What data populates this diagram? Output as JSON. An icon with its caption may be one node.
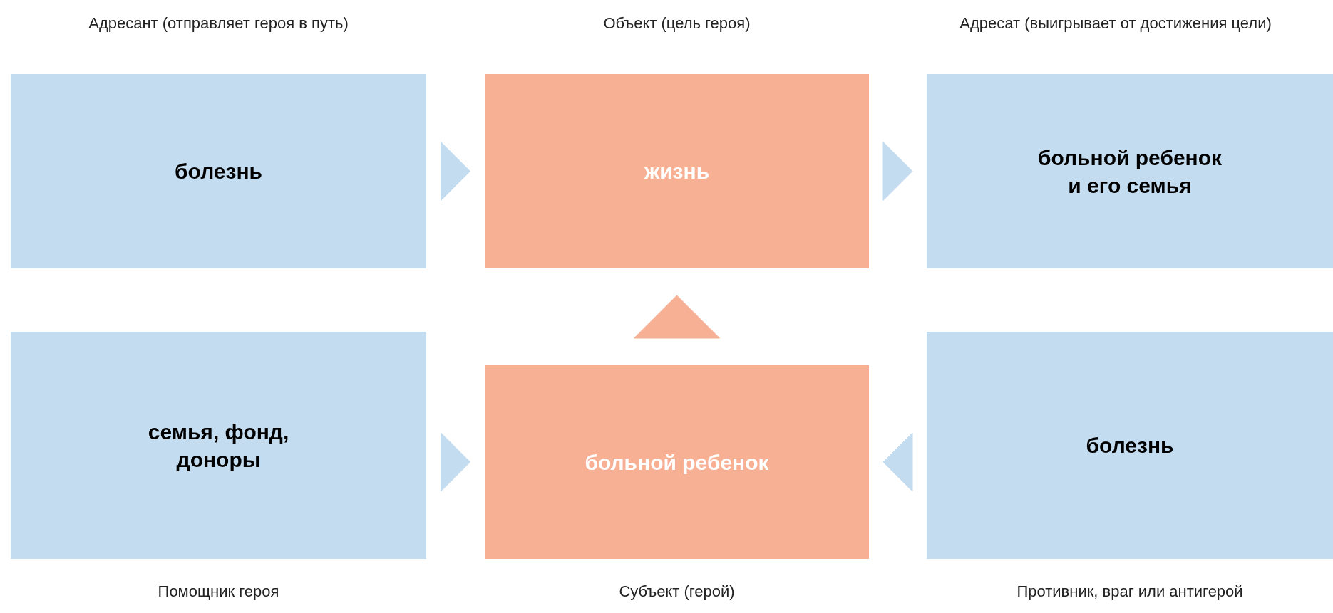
{
  "diagram": {
    "nodes": [
      {
        "text": [
          "Адресант (отправляет героя в путь)",
          "болезнь"
        ]
      },
      {
        "text": [
          "Объект (цель героя)",
          "жизнь"
        ]
      },
      {
        "text": [
          "Адресат (выигрывает от достижения цели)",
          "больной ребенок и его семья"
        ]
      },
      {
        "text": [
          "семья, фонд, доноры",
          "Помощник героя"
        ]
      },
      {
        "text": [
          "больной ребенок",
          "Субъект (герой)"
        ]
      },
      {
        "text": [
          "болезнь",
          "Противник, враг или антигерой"
        ]
      }
    ],
    "edges": [
      {
        "from": 0,
        "to": 1,
        "arrow": "to"
      },
      {
        "from": 1,
        "to": 2,
        "arrow": "to"
      },
      {
        "from": 4,
        "to": 1,
        "arrow": "to",
        "color": "#f7b094"
      },
      {
        "from": 3,
        "to": 4,
        "arrow": "to"
      },
      {
        "from": 5,
        "to": 4,
        "arrow": "to"
      }
    ]
  }
}
